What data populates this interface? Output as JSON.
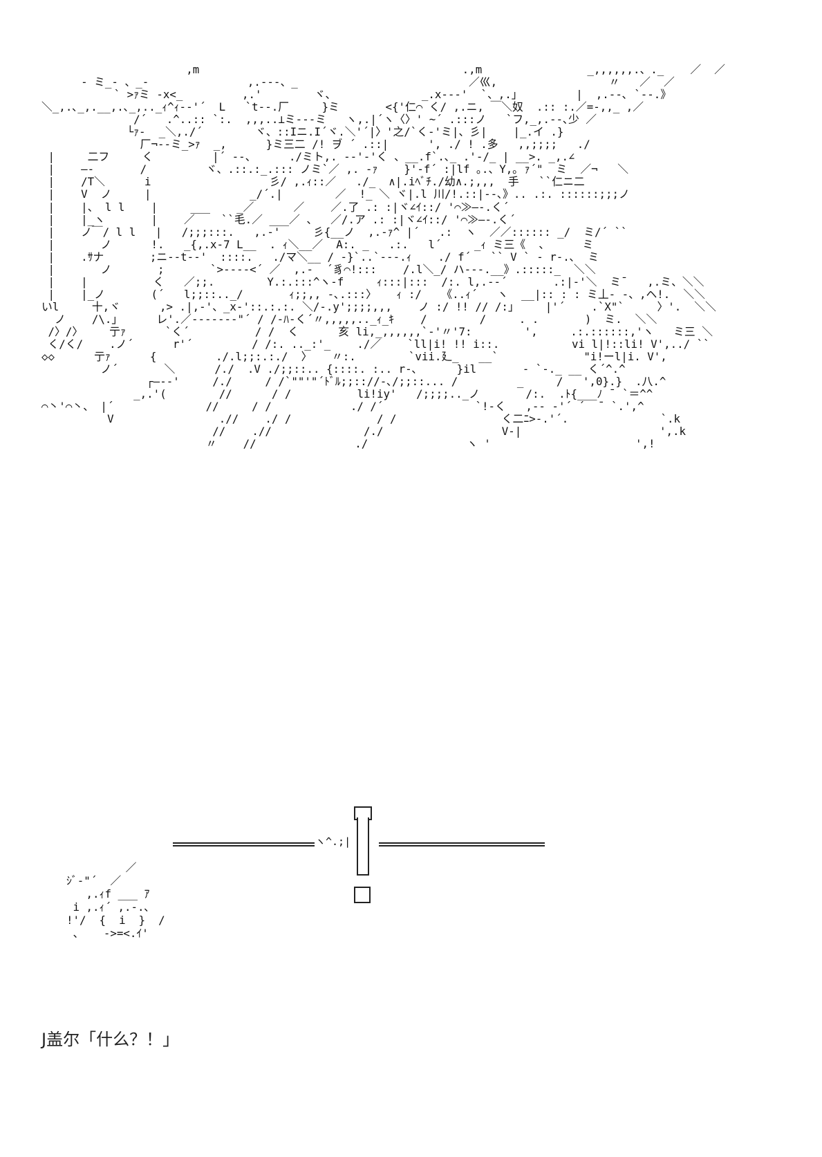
{
  "art": {
    "main": "                      ,m                                        .,m                _,,,,,,.、._    ／  ／\n      - ミ_- 、_-               ,.---、_                          ／巛,                 〃   ／  ／\n           ` >ｧミ -x<_         ,.'        ヾ、             _.x--‐'  `、,.｣         |  ,.--､ `‐-.》\n＼_,.､_,.__,.､_,.._ｨ^ｨ-‐'´  L   `t--.厂     }ミ       <{'仁⌒ く/ ,.ニ, ￣＼奴  .:: :.／=-,,_ ,／\n              /´   .^..:: `:.  ,,,..⊥ミ---ミ   ヽ,.|´ヽ〈〉' ~´ .:::ノ   `フ,_,.--､少 ／\n             └ｧ-  _＼,./´        ヾ、::Iニ.I´ヾ.＼'´|〉'之/`く-'ミ|、彡|    |_.イ .}\n               厂¬--ミ_>ｧ  _,      }ミ三二 /! ヺ ´ .::|      ', ./ ! .多   ,,;;;;   ./\n |     二フ     く         |´ ‐-、     ./ミト,. ‐-'‐'く 、__.f`.､_ .'-/_ | __>. _,.∠ \n |    ―‐       /         ヾ、.::.:_.::: ノミ`／ ,. -ｧ    }'-f´ :|lf ｡.、Y,｡ ｧ´\"  ミ  ／¬   ＼\n |    /T＼      i                  彡/ ,.ｨ::／   ./_  ∧|.iﾍﾞﾁ./幼∧.;,,,  手   ``仁ニ二\n |    V  ノ     |               _/´.|        ／  !_ ＼ ヾ|.l 川/!.::|--､》.. .:. ::::::;;;ノ\n |    |、 l l    |     ___    _／      ／    ／.了 .: :|ヾ∠ｲ::/ '⌒≫―-.く´\n |    |_ヽ       |    ／    ``毛.／ ___／ 、  ／/.ア .: :|ヾ∠ｲ::/ '⌒≫―-.く´\n |    ノ￣/ l l   |   /;;;:::.   ,.-'     彡{__ノ  ,.-ｧ^ |´   .:  ヽ  ／／:::::: _/  ミ/´ ``\n |       ノ      !.   _{,.x-7 L__  . ｨ＼__／  A:. _   .:.   l´     _ｨ ミ三《  、     ミ\n |    .ｻナ       ;ニ--t-‐'  ::::.   ./マ＼__ / -}`..`‐--.ｨ    ./ f´   `` V ` - r-.､  ミ\n |       ノ       ;       `>----<´ ／  ,.-  ´豸⌒!:::    /.l＼_/ ハ---.__》.:::::_  ＼＼\n |    |          く   ／;;.        Y.:.:::^ヽ-f     ｨ:::|:::  /:. l,.-‐´       .:|-'＼  ミ¯   ,.ミ、＼＼\n |    |_ノ       (´   l;;::.._/       ｨ;;,, -､.:::〉   ｨ :/   《..ｨ´   ヽ  __|:: : : ミ丄- -、,ヘ!.  ＼＼\nいl     十,ヾ      ,> .|,-'、_x-'::.:.:. ＼/-.y';;;;,,,    ノ :/ !! // /:」    |'´    .`X\"`     〉'.  ＼＼\n  ノ    /\\.｣      レ'.／------‐\"´ / /-ﾊ-く´〃,,,,,.._ｨ_ｷ    /        /     . .       )  ミ.  ＼＼\n /〉/〉    亍ｧ      `く´          / /  く      亥 li,_,,,,,,`-'〃'7:        ',     .:.::::::,'ヽ   ミ三 ＼\n く/く/    .ノ´      r'´         / /:. .._:'_    ./／    `ll|i! !! i::.           vi l|!::li! V',../ ``\n◇◇      亍ｧ      {         ./.l;;:.:./  〉   〃:.        `vii.廴_   __`             \"i!ーl|i. V',\n         ノ´       ＼      /./  .V ./;;::.. {::::. :.. r-､      }il       - `-._ __ く´^.^\n                ┌―-‐'     /./     / /`\"\"'\"´ﾄﾞﾙ;;:://-､/;;::... /         _     /   ',0}.}  .八.^\n              _,.'(        //      / /          li!iy'   /;;;;.._ノ       /:.  .ﾄ{___ﾉ ¯ `＝^^\n⌒丶'⌒丶、 |´              //     / /            ./ /´              `!-く   ,-‐ -'´ ´  ̄  `.',^\n          V                .//    ./ /             / /                く二ﾆ>-.'´.              `.k\n                          //    .//              /./                  V-|                     ',.k\n                         〃    //               ./               ヽ '                      ',!",
    "bottom": "         ／\nｼﾞ-\"´  ／\n   ,.ｨf ___ ｱ\n i ,.ｨ´ ,.-.､\n!'/  {  i  }  /\n 、   ->=<.ｲ'",
    "sword_marks": "ヽ^.;|"
  },
  "caption": {
    "text": "J盖尔「什么？！」"
  }
}
